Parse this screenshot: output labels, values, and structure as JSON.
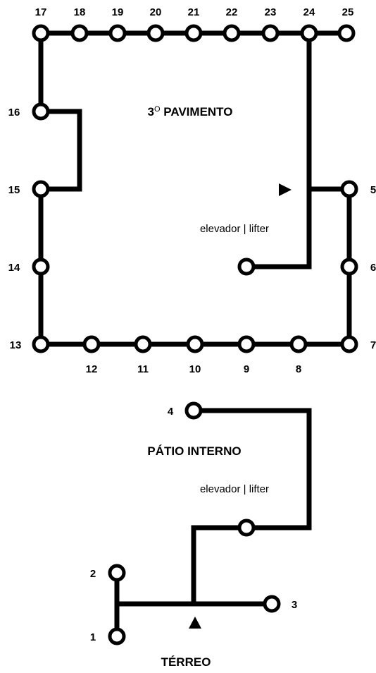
{
  "floor3": {
    "title_main": "3",
    "title_sup": "O",
    "title_rest": " PAVIMENTO",
    "elevator_label": "elevador | lifter",
    "stops": [
      "5",
      "6",
      "7",
      "8",
      "9",
      "10",
      "11",
      "12",
      "13",
      "14",
      "15",
      "16",
      "17",
      "18",
      "19",
      "20",
      "21",
      "22",
      "23",
      "24",
      "25"
    ]
  },
  "ground": {
    "courtyard_title": "PÁTIO INTERNO",
    "elevator_label": "elevador | lifter",
    "floor_title": "TÉRREO",
    "stops": [
      "1",
      "2",
      "3",
      "4"
    ]
  },
  "colors": {
    "line": "#000000",
    "node_fill": "#ffffff",
    "background": "#ffffff"
  }
}
